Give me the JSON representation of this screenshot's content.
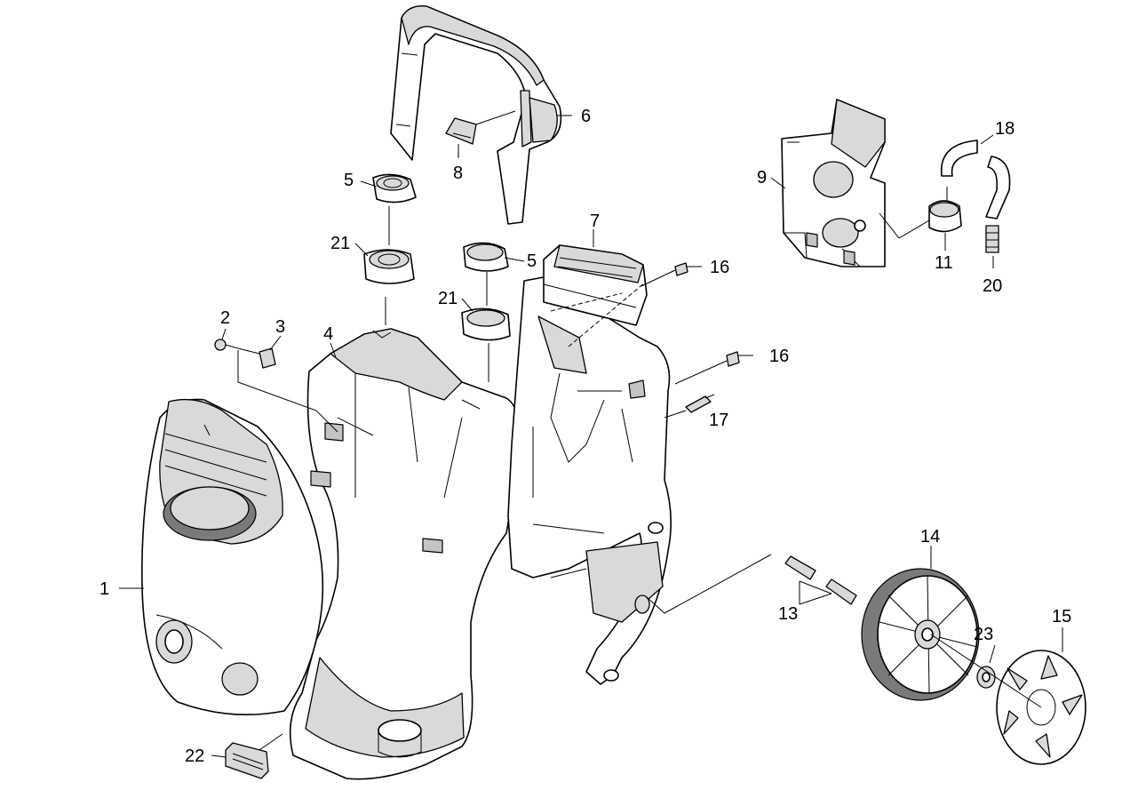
{
  "callouts": {
    "c1": "1",
    "c2": "2",
    "c3": "3",
    "c4": "4",
    "c5a": "5",
    "c5b": "5",
    "c6": "6",
    "c7": "7",
    "c8": "8",
    "c9": "9",
    "c11": "11",
    "c13": "13",
    "c14": "14",
    "c15": "15",
    "c16a": "16",
    "c16b": "16",
    "c17": "17",
    "c18": "18",
    "c20": "20",
    "c21a": "21",
    "c21b": "21",
    "c22": "22",
    "c23": "23"
  }
}
